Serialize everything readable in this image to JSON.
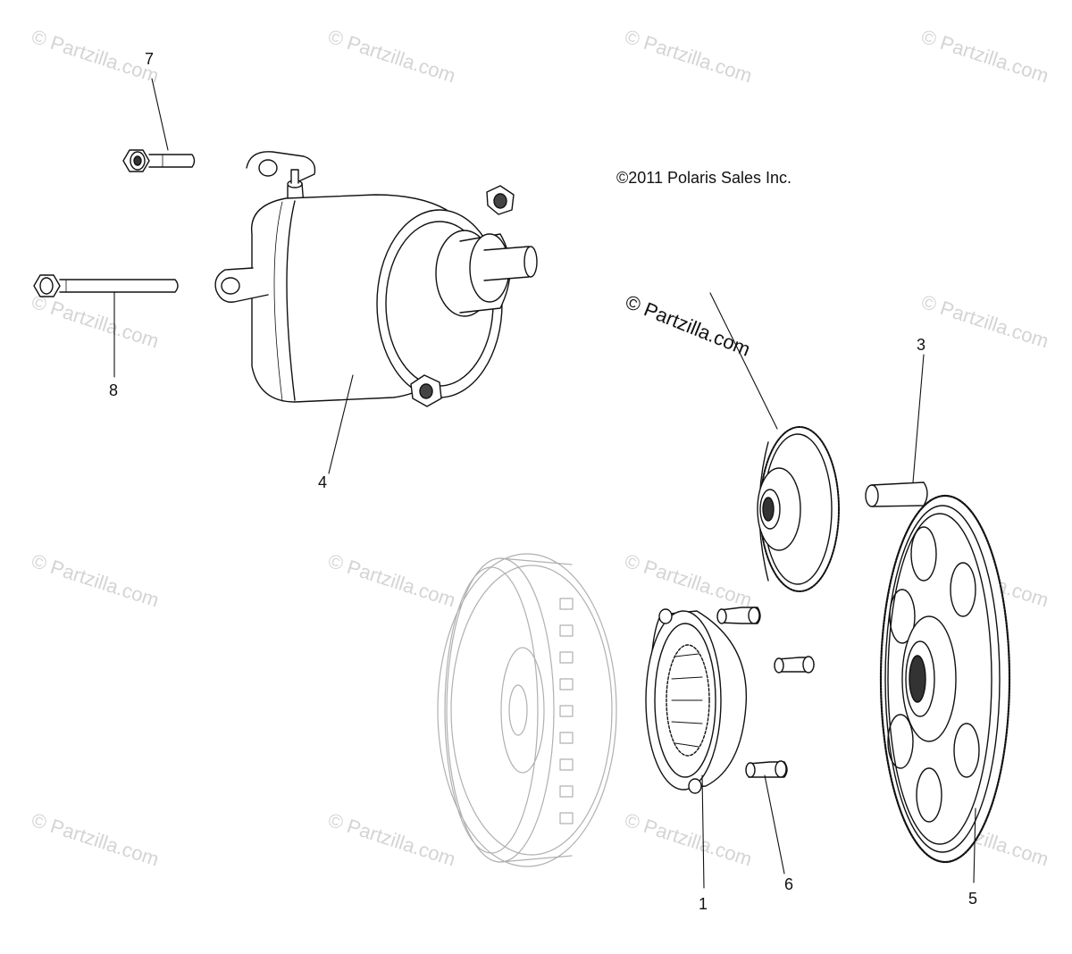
{
  "diagram": {
    "copyright": "©2011 Polaris Sales Inc.",
    "watermark": "© Partzilla.com",
    "watermark_main": "© Partzilla.com",
    "callouts": {
      "c1": "1",
      "c3": "3",
      "c4": "4",
      "c5": "5",
      "c6": "6",
      "c7": "7",
      "c8": "8"
    }
  },
  "colors": {
    "line": "#111111",
    "ghost": "#b0b0b0",
    "watermark": "#d4d4d4"
  }
}
